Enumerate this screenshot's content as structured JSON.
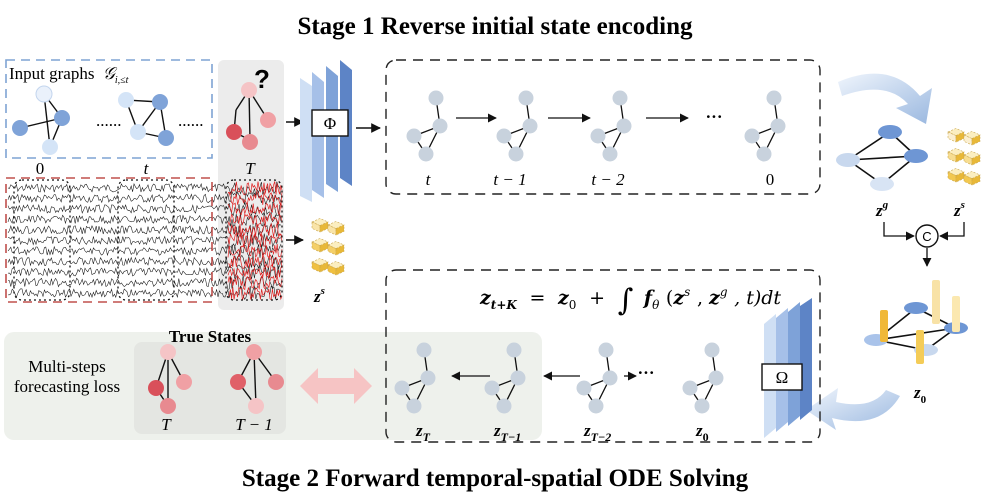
{
  "titles": {
    "stage1": "Stage 1 Reverse initial state encoding",
    "stage2": "Stage 2 Forward temporal-spatial ODE Solving"
  },
  "input_graphs": {
    "label": "Input graphs",
    "label_math": "𝒢",
    "label_sub": "i,≤t",
    "dots": "......",
    "ticks": [
      "0",
      "t",
      "T"
    ],
    "question": "?"
  },
  "encoder": {
    "phi": "Φ",
    "sequence_labels": [
      "t",
      "t − 1",
      "t − 2",
      "0"
    ],
    "ellipsis": "···"
  },
  "embeddings": {
    "zs": "z",
    "zs_sup": "s",
    "zg": "z",
    "zg_sup": "g",
    "concat": "C",
    "z0": "z",
    "z0_sub": "0"
  },
  "ode": {
    "lhs": "z",
    "lhs_sub": "t+K",
    "eq": "=",
    "z0": "z",
    "z0_sub": "0",
    "plus": "+",
    "integral": "∫",
    "f": "f",
    "f_sub": "θ",
    "args_open": "(",
    "zs": "z",
    "zs_sup": "s",
    "comma1": ", ",
    "zg": "z",
    "zg_sup": "g",
    "tail": ", t)dt",
    "omega": "Ω",
    "sequence_labels": [
      {
        "base": "z",
        "sub": "T"
      },
      {
        "base": "z",
        "sub": "T−1"
      },
      {
        "base": "z",
        "sub": "T−2"
      },
      {
        "base": "z",
        "sub": "0"
      }
    ],
    "ellipsis": "···"
  },
  "loss": {
    "line1": "Multi-steps",
    "line2": "forecasting loss",
    "true_states": "True States",
    "labels": [
      "T",
      "T − 1"
    ]
  },
  "colors": {
    "blue_node": "#8fb0dc",
    "light_blue_node": "#d4e4f7",
    "grey_node": "#c5cfda",
    "red_node": "#e06068",
    "pink_node": "#f2b4b8",
    "encoder_blue": "#7b9fd4",
    "arrow_pink": "#f6c4c4",
    "loss_bg": "#eef1ec",
    "dash_blue": "#7ea3d4",
    "dash_red": "#c0504d",
    "yellow": "#f4c84a"
  }
}
